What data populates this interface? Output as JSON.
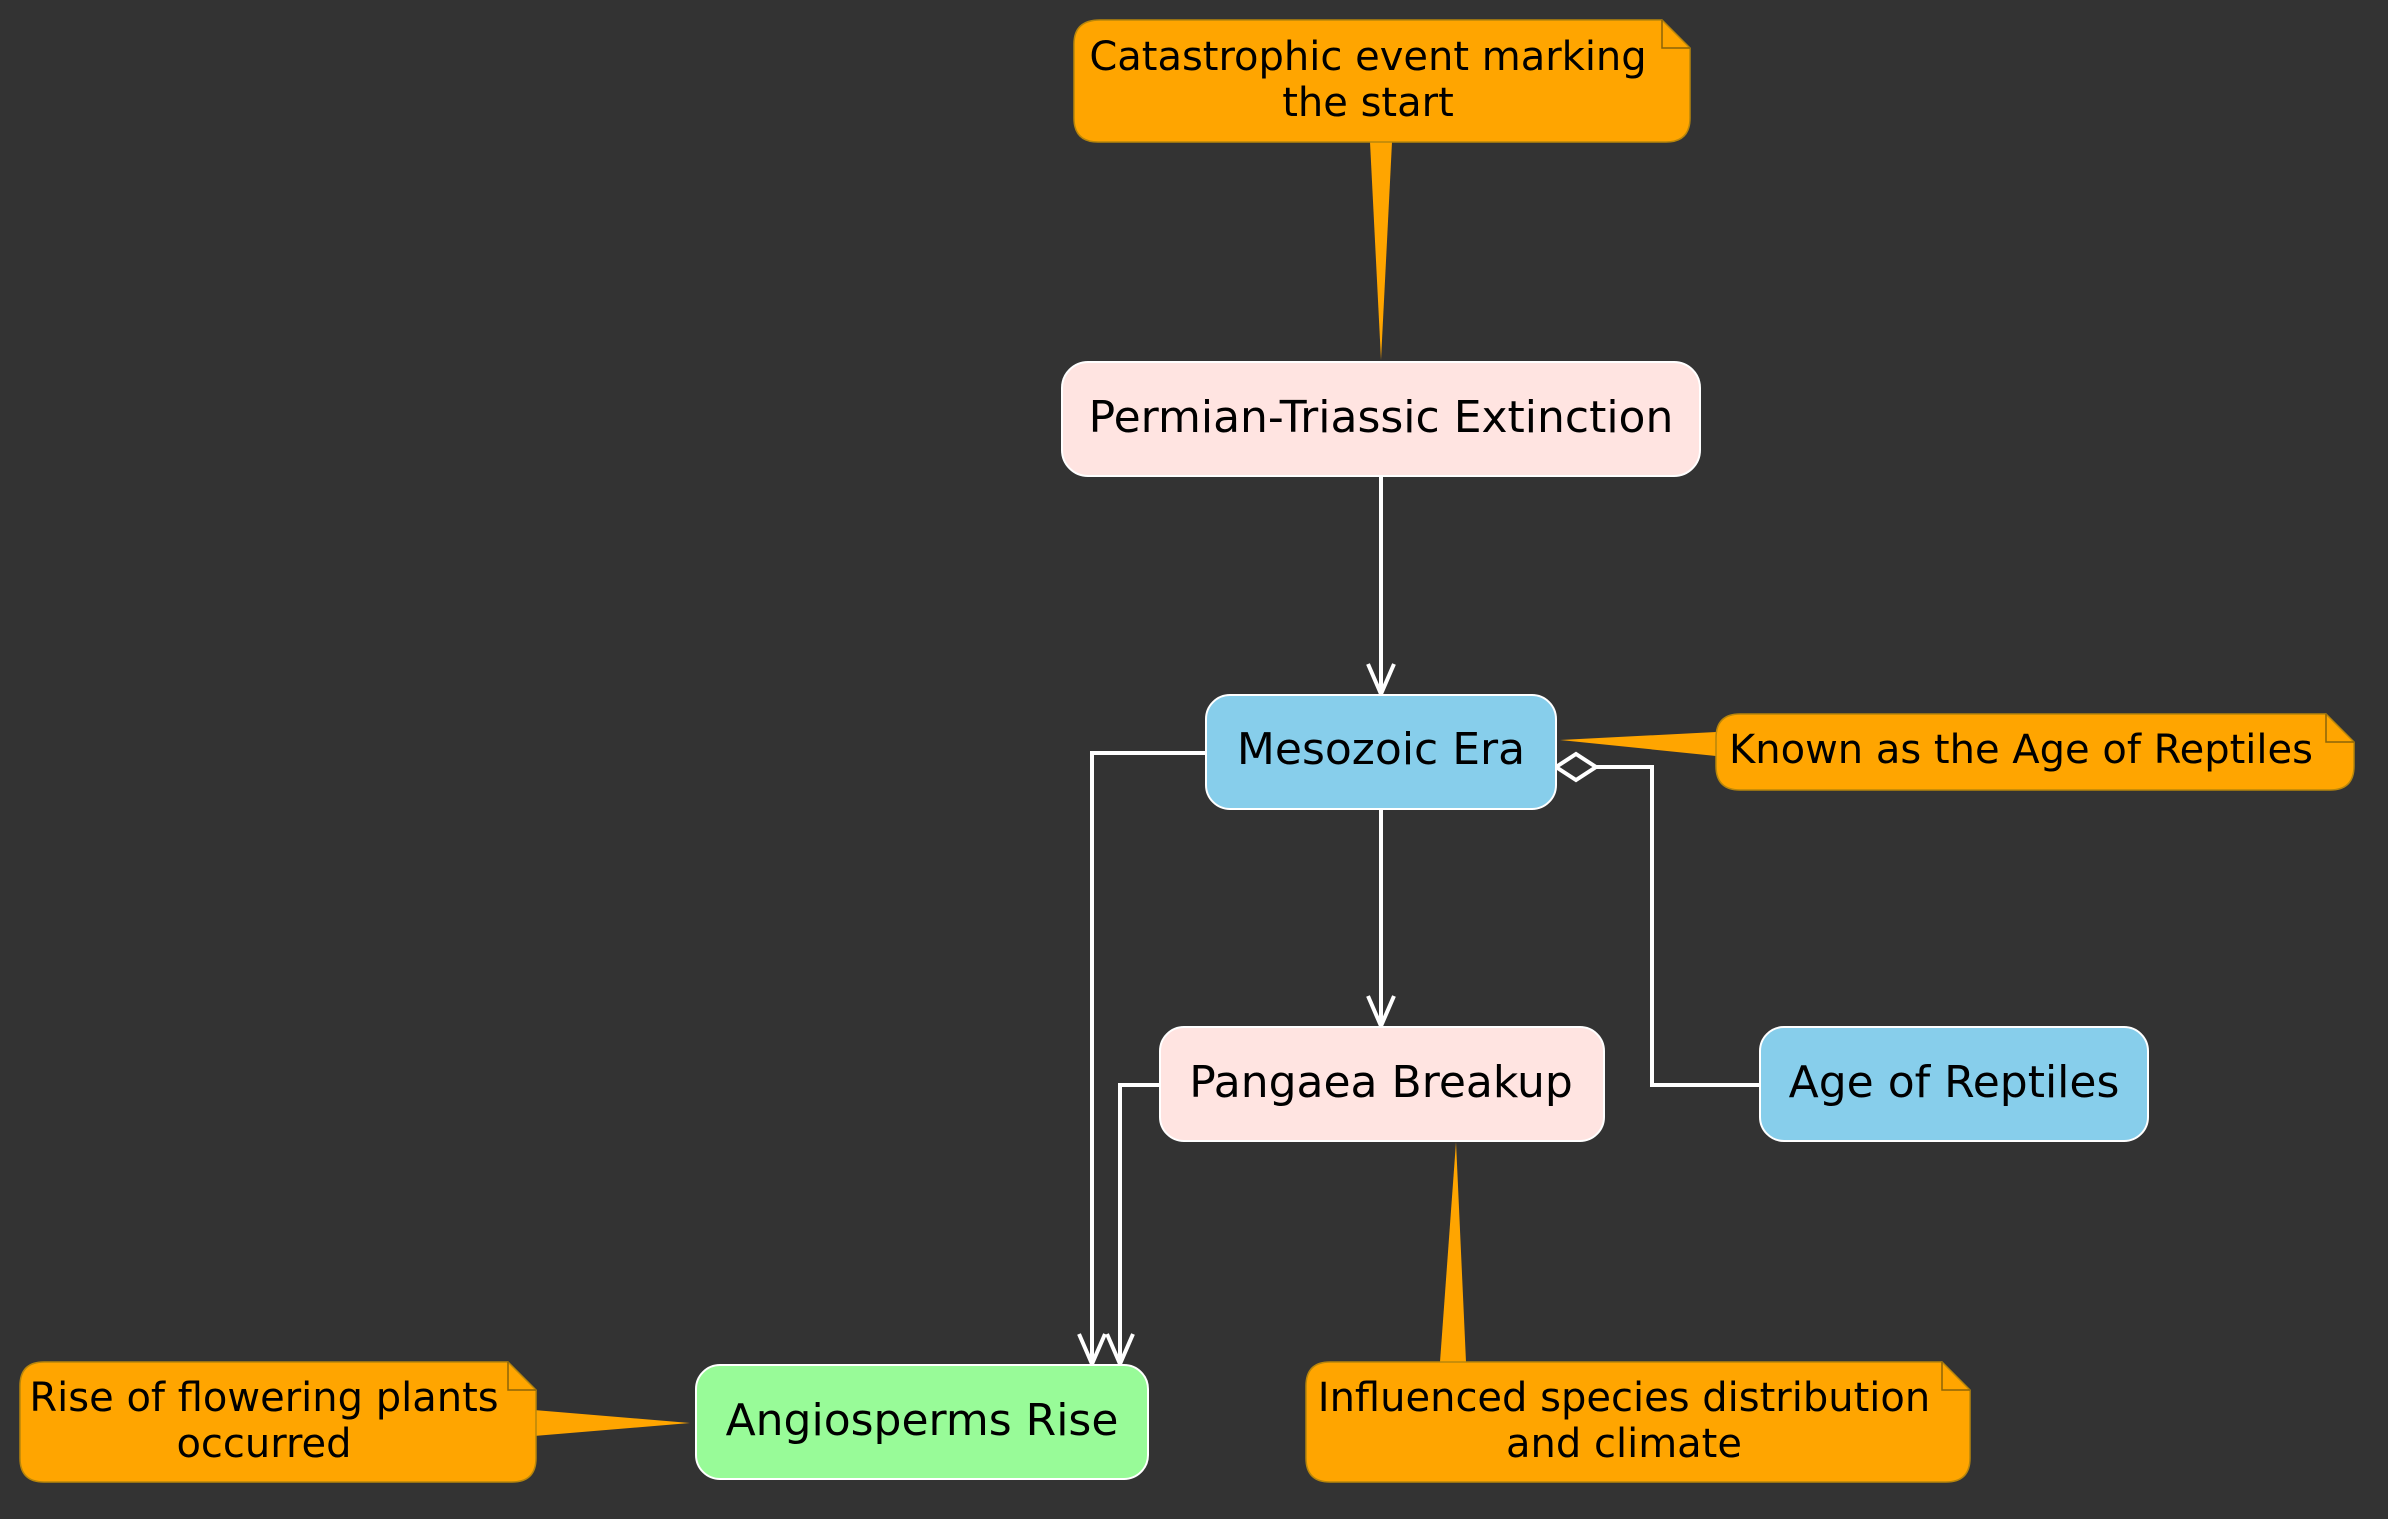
{
  "colors": {
    "background": "#333333",
    "event_node": "#FFE4E1",
    "era_node": "#87CEEB",
    "rise_node": "#98FB98",
    "note": "#FFA500",
    "edge": "#FFFFFF"
  },
  "nodes": {
    "extinction": "Permian-Triassic Extinction",
    "mesozoic": "Mesozoic Era",
    "pangaea": "Pangaea Breakup",
    "reptiles": "Age of Reptiles",
    "angiosperms": "Angiosperms Rise"
  },
  "notes": {
    "extinction_line1": "Catastrophic event marking",
    "extinction_line2": "the start",
    "mesozoic": "Known as the Age of Reptiles",
    "pangaea_line1": "Influenced species distribution",
    "pangaea_line2": "and climate",
    "angiosperms_line1": "Rise of flowering plants",
    "angiosperms_line2": "occurred"
  }
}
